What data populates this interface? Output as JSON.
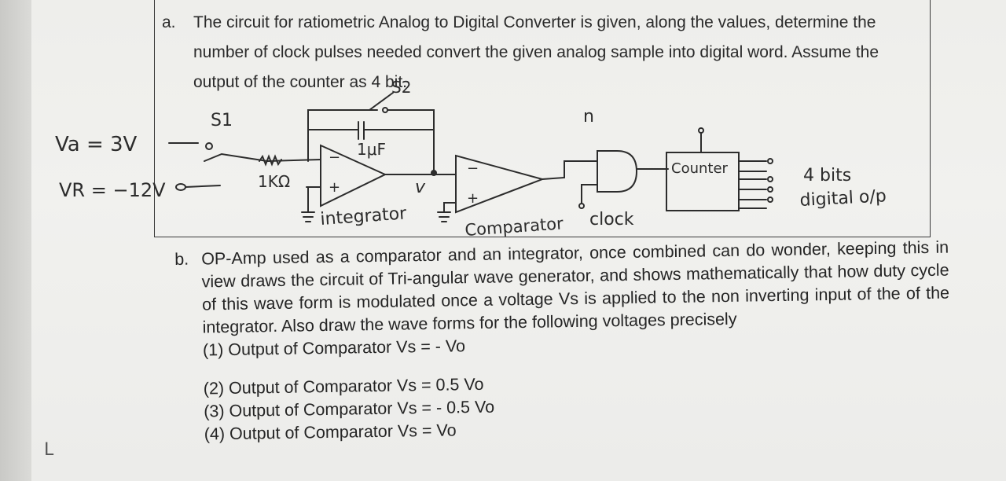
{
  "part_a": {
    "label": "a.",
    "text": "The circuit for ratiometric Analog to Digital Converter is given, along the values, determine the number of clock pulses needed convert the given analog sample into digital word. Assume the output of the counter as 4 bit."
  },
  "circuit": {
    "va": "Va = 3V",
    "vr": "VR = −12V",
    "s1": "S1",
    "s2": "S2",
    "resistor": "1KΩ",
    "capacitor": "1μF",
    "integrator": "integrator",
    "comparator": "Comparator",
    "clock": "clock",
    "counter": "Counter",
    "node_v": "v",
    "gate_input": "n",
    "outputs": "4 bits\ndigital o/p",
    "minus": "−",
    "plus": "+"
  },
  "part_b": {
    "label": "b.",
    "text": "OP-Amp used as a comparator and an integrator, once combined can do wonder, keeping this in view draws the circuit of Tri-angular wave generator, and shows mathematically that how duty cycle of this wave form is modulated once a voltage Vs is applied to the non inverting input of the of the integrator. Also draw the wave forms for the following voltages precisely",
    "items": [
      "(1) Output of Comparator  Vs =  - Vo",
      "(2) Output of Comparator  Vs =  0.5 Vo",
      "(3) Output of Comparator  Vs = - 0.5 Vo",
      "(4) Output of Comparator  Vs =  Vo"
    ]
  },
  "margin_mark": "L"
}
